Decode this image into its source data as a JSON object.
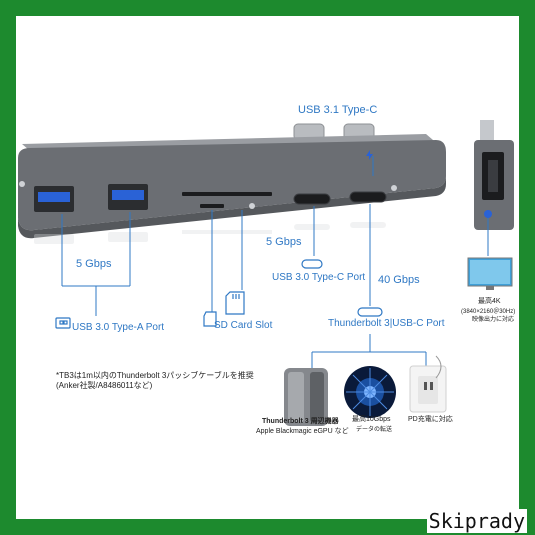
{
  "labels": {
    "usb31": "USB 3.1 Type-C",
    "gbps_left": "5 Gbps",
    "gbps_mid": "5 Gbps",
    "gbps_right": "40 Gbps",
    "usb30a": "USB 3.0 Type-A Port",
    "sd": "SD Card Slot",
    "usb30c": "USB 3.0 Type-C Port",
    "tb3": "Thunderbolt 3|USB-C Port",
    "note_line1": "*TB3は1m以内のThunderbolt 3パッシブケーブルを推奨",
    "note_line2": "(Anker社製/A8486011など)",
    "hdmi_title": "最高4K",
    "hdmi_sub1": "(3840×2160＠30Hz)",
    "hdmi_sub2": "映像出力に対応",
    "egpu_title": "Thunderbolt 3 周辺機器",
    "egpu_sub": "Apple Blackmagic eGPU など",
    "speed_title": "最高10Gbps",
    "speed_sub": "データの転送",
    "pd": "PD充電に対応"
  },
  "watermark": "Skiprady",
  "colors": {
    "frame": "#1d8a2e",
    "accent_blue": "#2f78c4",
    "hub_gray": "#6b6e73",
    "port_blue": "#2a62d6"
  }
}
